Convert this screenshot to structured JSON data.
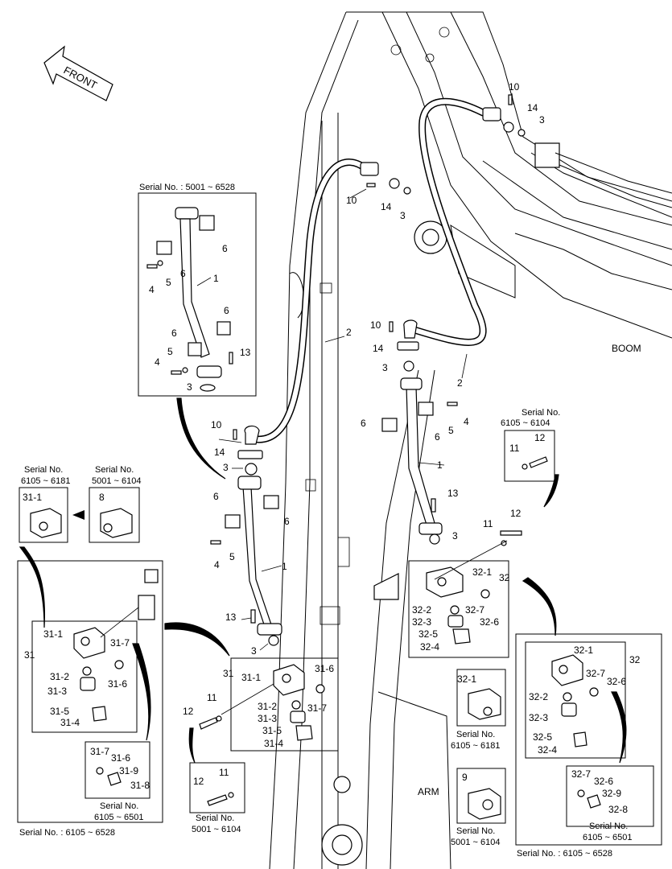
{
  "labels": {
    "front": "FRONT",
    "boom": "BOOM",
    "arm": "ARM",
    "serial_5001_6528": "Serial No. : 5001 ~ 6528",
    "serial_6105_6528_left": "Serial No. : 6105 ~ 6528",
    "serial_6105_6528_right": "Serial No. : 6105 ~ 6528",
    "serial_no": "Serial No.",
    "range_6105_6181": "6105 ~ 6181",
    "range_5001_6104": "5001 ~ 6104",
    "range_6105_6104": "6105 ~ 6104",
    "range_6105_6501": "6105 ~ 6501"
  },
  "callouts": {
    "c1": "1",
    "c2": "2",
    "c3": "3",
    "c4": "4",
    "c5": "5",
    "c6": "6",
    "c8": "8",
    "c9": "9",
    "c10": "10",
    "c11": "11",
    "c12": "12",
    "c13": "13",
    "c14": "14",
    "c31": "31",
    "c32": "32",
    "c31_1": "31-1",
    "c31_2": "31-2",
    "c31_3": "31-3",
    "c31_4": "31-4",
    "c31_5": "31-5",
    "c31_6": "31-6",
    "c31_7": "31-7",
    "c31_8": "31-8",
    "c31_9": "31-9",
    "c32_1": "32-1",
    "c32_2": "32-2",
    "c32_3": "32-3",
    "c32_4": "32-4",
    "c32_5": "32-5",
    "c32_6": "32-6",
    "c32_7": "32-7",
    "c32_8": "32-8",
    "c32_9": "32-9"
  }
}
